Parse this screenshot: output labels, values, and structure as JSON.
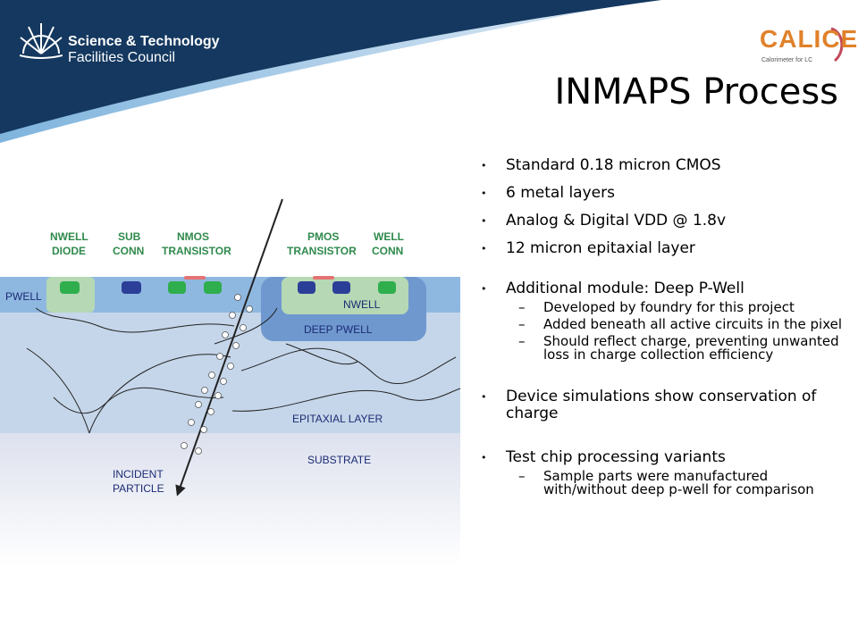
{
  "header": {
    "org_line1": "Science & Technology",
    "org_line2": "Facilities Council",
    "calice_logo": "CALICE",
    "calice_tagline": "Calorimeter for LC",
    "colors": {
      "navy": "#14385f",
      "sky": "#6ca9d8",
      "calice_orange": "#e0812a"
    }
  },
  "slide": {
    "title": "INMAPS Process"
  },
  "bullets": [
    {
      "text": "Standard 0.18 micron CMOS"
    },
    {
      "text": "6 metal layers"
    },
    {
      "text": "Analog & Digital VDD @ 1.8v"
    },
    {
      "text": "12 micron epitaxial layer"
    },
    {
      "text": "Additional module:  Deep P-Well",
      "subs": [
        "Developed by foundry for this project",
        "Added beneath all active circuits in the pixel",
        "Should reflect charge, preventing unwanted loss in charge collection efficiency"
      ]
    },
    {
      "text": "Device simulations show conservation of charge"
    },
    {
      "text": "Test chip processing variants",
      "subs": [
        "Sample parts were manufactured with/without deep p-well for comparison"
      ]
    }
  ],
  "diagram": {
    "labels": {
      "nwell_diode_1": "NWELL",
      "nwell_diode_2": "DIODE",
      "sub_conn_1": "SUB",
      "sub_conn_2": "CONN",
      "nmos_1": "NMOS",
      "nmos_2": "TRANSISTOR",
      "pmos_1": "PMOS",
      "pmos_2": "TRANSISTOR",
      "well_conn_1": "WELL",
      "well_conn_2": "CONN",
      "pwell": "PWELL",
      "nwell": "NWELL",
      "deep_pwell": "DEEP PWELL",
      "epitaxial": "EPITAXIAL LAYER",
      "substrate": "SUBSTRATE",
      "incident_1": "INCIDENT",
      "incident_2": "PARTICLE"
    },
    "colors": {
      "pwell": "#8fb8e0",
      "nwell": "#b6d8b4",
      "deep_pwell": "#6f98cf",
      "epi": "#c5d6ea",
      "substrate": "#e6e8f2",
      "green_contact": "#2fae4e",
      "blue_contact": "#2b3f99",
      "gate": "#e57373",
      "label_green": "#2f8a4c",
      "label_blue": "#1b2b73"
    }
  }
}
